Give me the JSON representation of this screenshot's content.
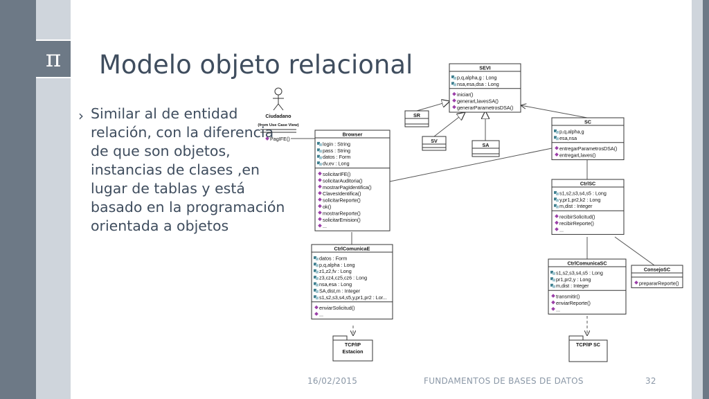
{
  "slide": {
    "title": "Modelo objeto relacional",
    "bullet_marker": "›",
    "bullet_text": "Similar al de entidad relación, con la diferencia de que son objetos, instancias de clases ,en lugar de tablas y está basado en la programación orientada a objetos",
    "pi_symbol": "π"
  },
  "footer": {
    "date": "16/02/2015",
    "course": "FUNDAMENTOS DE BASES DE DATOS",
    "page": "32"
  },
  "colors": {
    "band_dark": "#6d7986",
    "band_light": "#cfd5dc",
    "title_text": "#3f4d5e",
    "footer_text": "#8a97a6",
    "attribute_icon": "#3f7f8f",
    "method_icon": "#9b3fa8"
  },
  "diagram": {
    "actor": {
      "name": "Ciudadano",
      "stereotype": "(from Use Case View)",
      "methods": [
        "PagIFE()"
      ]
    },
    "classes": {
      "sevi": {
        "name": "SEVI",
        "attributes": [
          "p,q,alpha,g : Long",
          "nsa,esa,dsa : Long"
        ],
        "methods": [
          "iniciar()",
          "generarLlavesSA()",
          "generarParametrosDSA()"
        ]
      },
      "sr": {
        "name": "SR"
      },
      "sv": {
        "name": "SV"
      },
      "sa": {
        "name": "SA"
      },
      "browser": {
        "name": "Browser",
        "attributes": [
          "login : String",
          "pass : String",
          "datos : Form",
          "dv,ev : Long"
        ],
        "methods": [
          "solicitarIFE()",
          "solicitarAuditoria()",
          "mostrarPagIdentifica()",
          "ClavesIdentifica()",
          "solicitarReporte()",
          "ok()",
          "mostrarReporte()",
          "solicitarEmision()",
          "..."
        ]
      },
      "sc": {
        "name": "SC",
        "attributes": [
          "p,q,alpha,g",
          "esa,nsa"
        ],
        "methods": [
          "entregarParametrosDSA()",
          "entregarLlaves()"
        ]
      },
      "ctrlsc": {
        "name": "CtrlSC",
        "attributes": [
          "s1,s2,s3,s4,s5 : Long",
          "y,pr1,pr2,k2 : Long",
          "m,dist : Integer"
        ],
        "methods": [
          "recibirSolicitud()",
          "recibirReporte()",
          "..."
        ]
      },
      "ctrlcomunicae": {
        "name": "CtrlComunicaE",
        "attributes": [
          "datos : Form",
          "p,q,alpha : Long",
          "z1,z2,fv : Long",
          "z3,cz4,cz5,cz6 : Long",
          "nsa,esa : Long",
          "SA,dist,m : Integer",
          "s1,s2,s3,s4,s5,y,pr1,pr2 : Lor..."
        ],
        "methods": [
          "enviarSolicitud()",
          "..."
        ]
      },
      "ctrlcomunicasc": {
        "name": "CtrlComunicaSC",
        "attributes": [
          "s1,s2,s3,s4,s5 : Long",
          "pr1,pr2,y : Long",
          "m,dist : Integer"
        ],
        "methods": [
          "transmitir()",
          "enviarReporte()",
          "..."
        ]
      },
      "consejosc": {
        "name": "ConsejoSC",
        "methods": [
          "prepararReporte()"
        ]
      }
    },
    "packages": {
      "tcpip_estacion": {
        "name": "TCP/IP\nEstacion"
      },
      "tcpip_sc": {
        "name": "TCP/IP SC"
      }
    }
  }
}
